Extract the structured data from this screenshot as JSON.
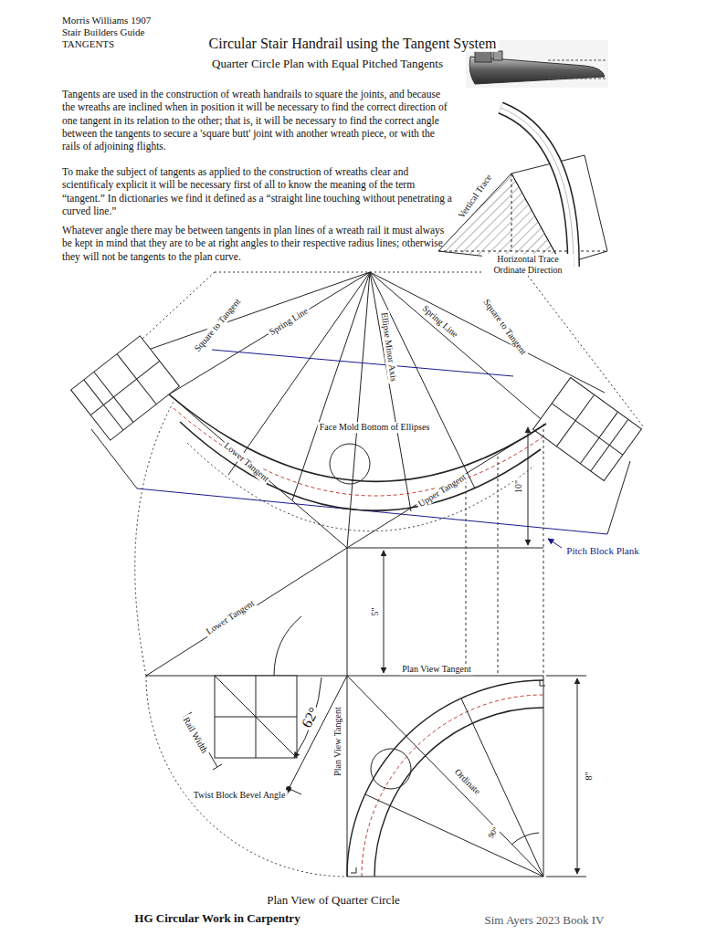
{
  "diagram": {
    "title": "Circular Stair Handrail using the Tangent System",
    "labels": [
      "Morris Williams 1907 Stair Builders Guide TANGENTS",
      "Quarter Circle Plan with Equal Pitched Tangents",
      "Tangents are used in the construction of wreath handrails to square the joints, and because the wreaths are inclined when in position it will be necessary to find the correct direction of one tangent in its relation to the other; that is, it will be necessary to find the correct angle between the tangents to secure a 'square butt' joint with another wreath piece, or with the rails of adjoining flights.",
      "To make the subject of tangents as applied to the construction of wreaths clear and scientificaly explicit it will be necessary first of all to know the meaning of the term “tangent.” In dictionaries we find it defined as a “straight line touching without penetrating a curved line.”",
      "Whatever angle there may be between tangents in plan lines of a wreath rail it must always be kept in mind that they are to be at right angles to their respective radius lines; otherwise they will not be tangents to the plan curve.",
      "Vertical Trace",
      "Horizontal Trace Ordinate Direction",
      "Square to Tangent",
      "Spring Line",
      "Ellipse Minor Axis",
      "Spring Line",
      "Square to Tangent",
      "Face Mold Bottom of Ellipses",
      "Lower Tangent",
      "Upper Tangent",
      "Pitch Block Plank",
      "10\"",
      "5\"",
      "Lower Tangent",
      "Plan View Tangent",
      "Plan View Tangent",
      "8\"",
      "Ordinate",
      "90°",
      "62°",
      "Rail Width",
      "Twist Block Bevel Angle",
      "Plan View of Quarter Circle",
      "HG Circular Work in Carpentry",
      "Sim Ayers 2023 Book IV"
    ]
  }
}
